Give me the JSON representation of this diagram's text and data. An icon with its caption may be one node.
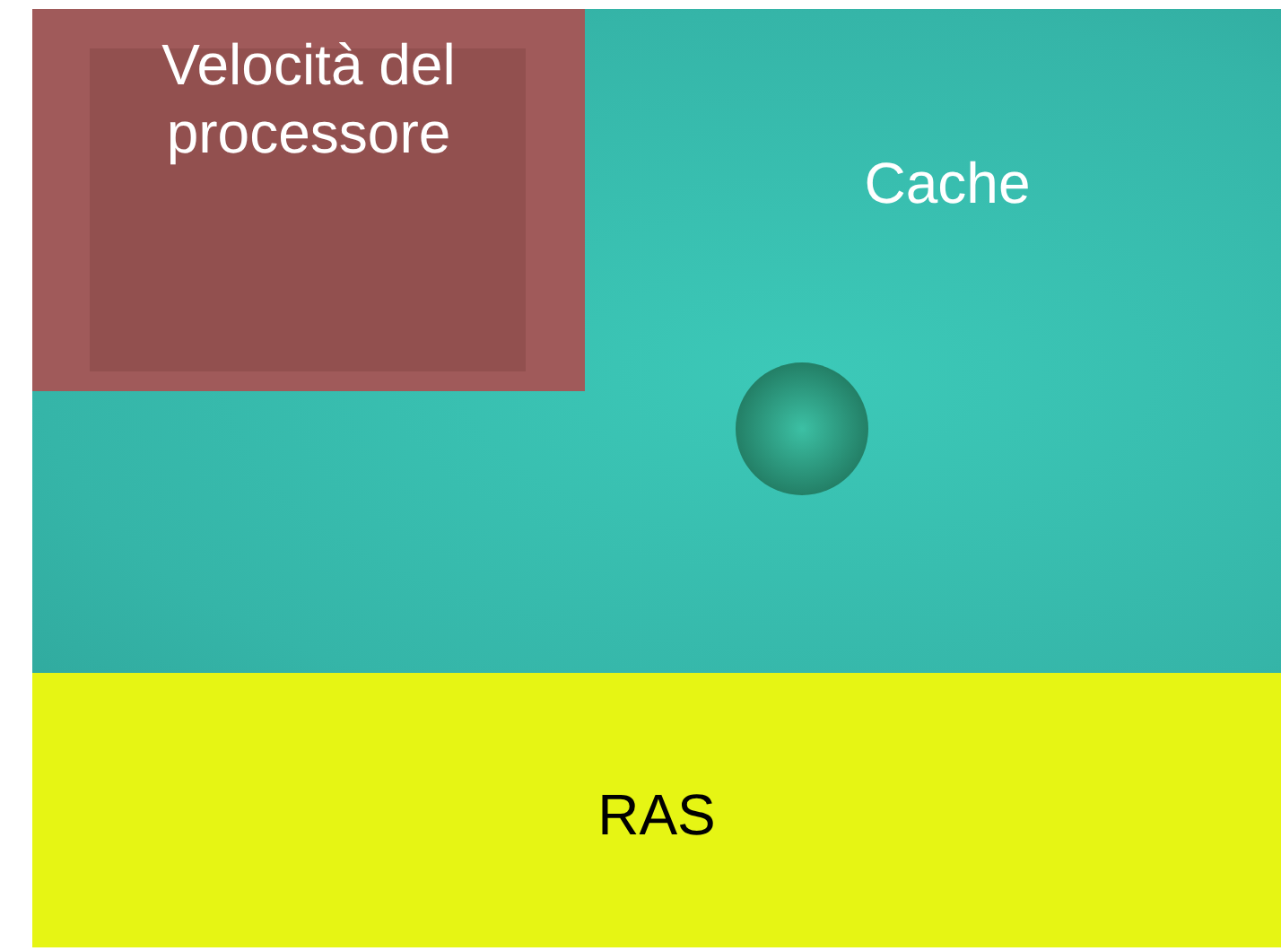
{
  "diagram": {
    "nodes": [
      {
        "text": [
          "Cache"
        ]
      },
      {
        "text": [
          "Velocità del processore"
        ],
        "in": 0
      },
      {
        "text": [],
        "shape": "circle",
        "in": 0
      },
      {
        "text": [
          "RAS"
        ]
      }
    ]
  }
}
